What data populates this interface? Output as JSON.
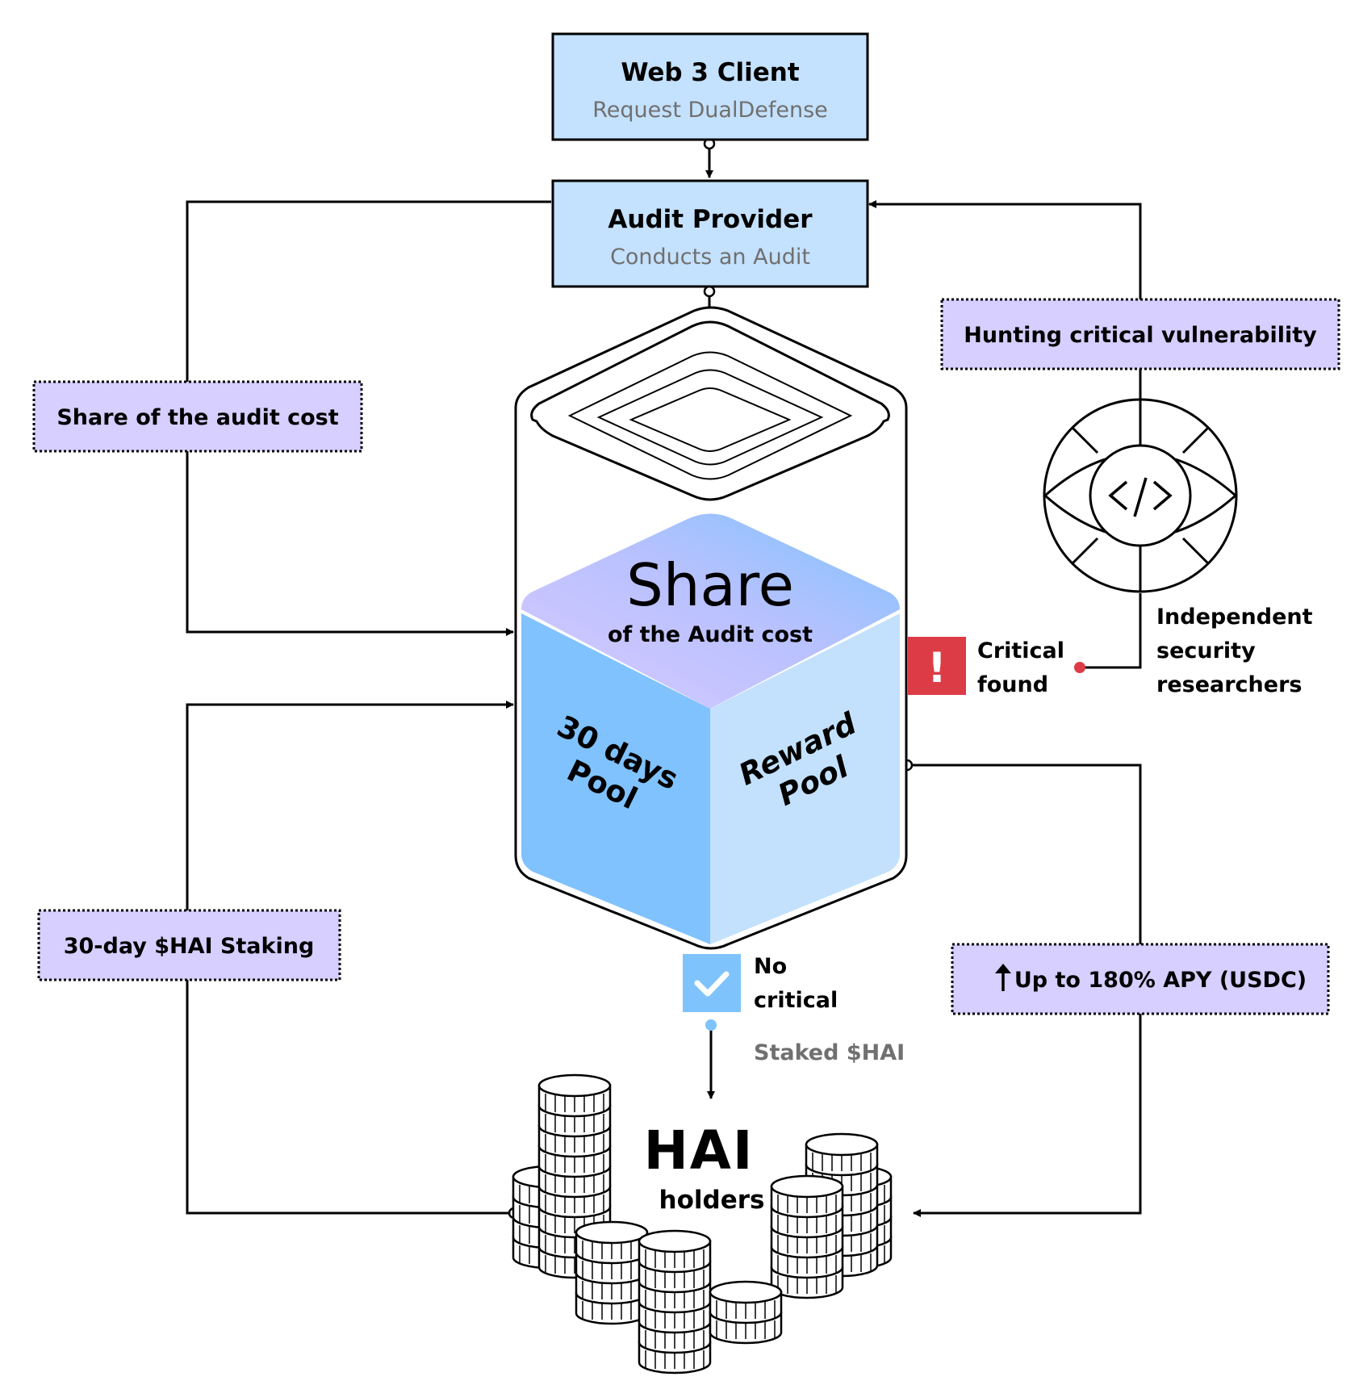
{
  "client": {
    "title": "Web 3 Client",
    "subtitle": "Request DualDefense"
  },
  "provider": {
    "title": "Audit Provider",
    "subtitle": "Conducts an Audit"
  },
  "labels": {
    "share_cost": "Share of the audit cost",
    "hunting": "Hunting critical vulnerability",
    "staking": "30-day $HAI Staking",
    "apy": "Up to 180% APY (USDC)"
  },
  "pool": {
    "share_title": "Share",
    "share_subtitle": "of the Audit cost",
    "left_face_line1": "30 days",
    "left_face_line2": "Pool",
    "right_face_line1": "Reward",
    "right_face_line2": "Pool"
  },
  "critical_found": {
    "line1": "Critical",
    "line2": "found",
    "symbol": "!"
  },
  "no_critical": {
    "line1": "No",
    "line2": "critical",
    "symbol": "check"
  },
  "researchers": {
    "line1": "Independent",
    "line2": "security",
    "line3": "researchers",
    "icon_code": "</>"
  },
  "staked_label": "Staked $HAI",
  "hai": {
    "logo": "HAI",
    "caption": "holders"
  },
  "icons": [
    "eye-code-icon",
    "warning-icon",
    "check-icon",
    "up-arrow-icon",
    "coin-stacks-icon",
    "hai-logo"
  ],
  "colors": {
    "box_fill": "#c4e1fd",
    "label_fill": "#d6cfff",
    "critical_red": "#dc3c46",
    "check_blue": "#7fc3fd",
    "left_face": "#80c2fd",
    "right_face": "#c3e1fd",
    "top_gradient_start": "#c9c3ff",
    "top_gradient_end": "#86c5fd",
    "gray_text": "#707070"
  }
}
